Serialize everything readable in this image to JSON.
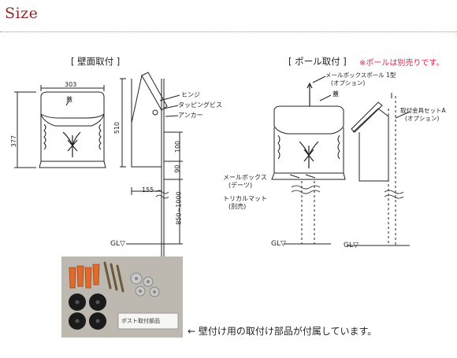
{
  "header": {
    "title": "Size"
  },
  "wall": {
    "title": "[ 壁面取付 ]",
    "dims": {
      "width": "303",
      "height": "377",
      "depth": "510",
      "offset": "155",
      "h1": "100",
      "h2": "90",
      "mount": "850~1000"
    },
    "labels": {
      "lid": "蓋",
      "hinge": "ヒンジ",
      "screw": "タッピングビス",
      "anchor": "アンカー",
      "ground": "GL▽"
    }
  },
  "pole": {
    "title": "[ ポール取付 ]",
    "note": "※ポールは別売りです。",
    "labels": {
      "pole": "メールボックスポール 1型",
      "pole_opt": "(オプション)",
      "lid": "蓋",
      "mount_set": "取付金具セットA",
      "mount_set_opt": "(オプション)",
      "mailbox": "メールボックス",
      "mailbox_sub": "(デーツ)",
      "mat": "トリカルマット",
      "mat_sub": "(別売)",
      "ground1": "GL▽",
      "ground2": "GL▽"
    }
  },
  "photo": {
    "card_label": "ポスト取付部品"
  },
  "caption": "← 壁付け用の取付け部品が付属しています。",
  "colors": {
    "title": "#8b2c2c",
    "note": "#e0204a"
  }
}
